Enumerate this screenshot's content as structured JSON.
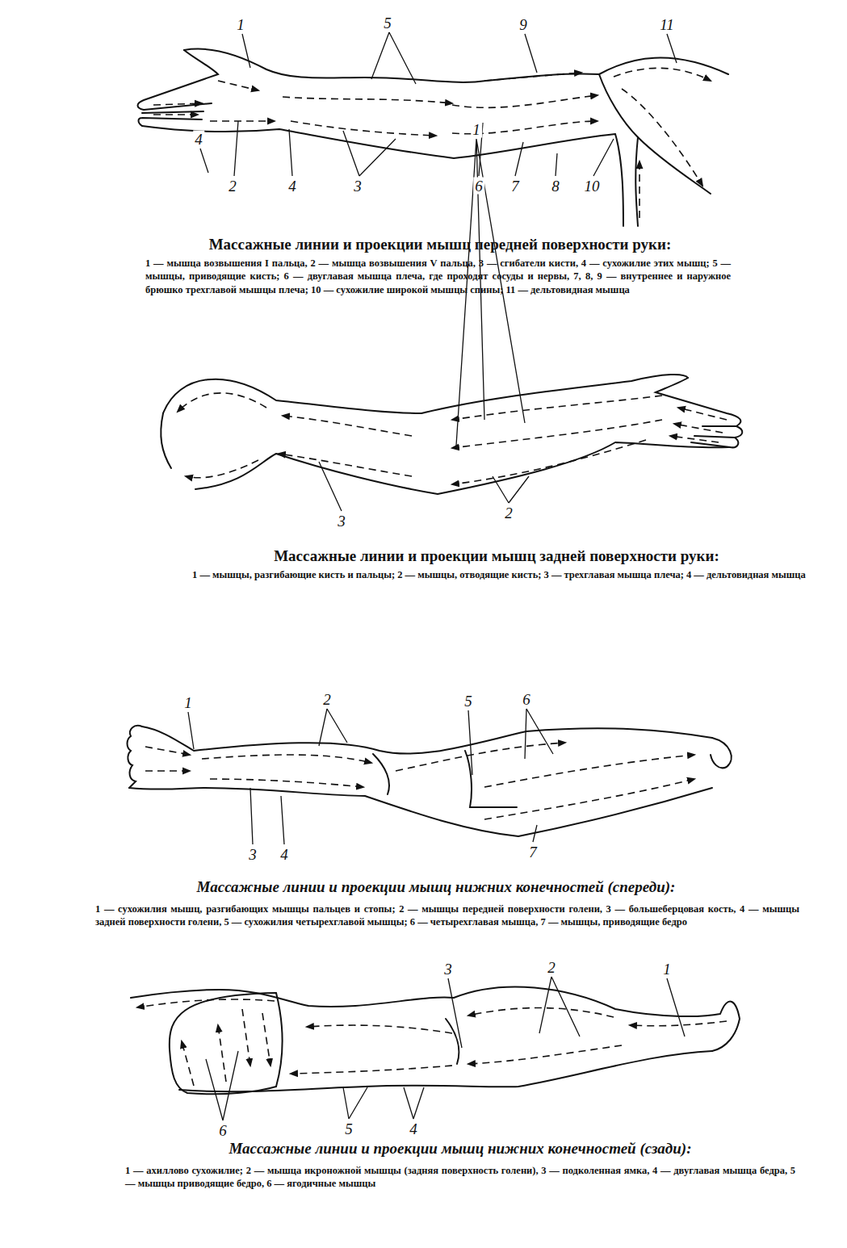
{
  "diagram": {
    "labels": [
      "1",
      "5",
      "9",
      "11",
      "2",
      "4",
      "3",
      "6",
      "7",
      "8",
      "10",
      "Массажные линии и проекции мышц передней поверхности руки:",
      "1 — мышца возвышения I пальца, 2 — мышца возвышения V пальца, 3 — сгибатели кисти, 4 — сухожилие этих мышц; 5 — мышцы, приводящие кисть; 6 — двуглавая мышца плеча, где проходят сосуды и нервы, 7, 8, 9 — внутреннее и наружное брюшко трехглавой мышцы плеча; 10 — сухожилие широкой мышцы спины; 11 — дельтовидная мышца",
      "4",
      "1",
      "3",
      "2",
      "Массажные линии и проекции мышц задней поверхности руки:",
      "1 — мышцы, разгибающие кисть и пальцы; 2 — мышцы, отводящие кисть; 3 — трехглавая мышца плеча; 4 — дельтовидная мышца",
      "1",
      "2",
      "5",
      "6",
      "3",
      "4",
      "7",
      "Массажные линии и проекции мышц нижних конечностей (спереди):",
      "1 — сухожилия мышц, разгибающих мышцы пальцев и стопы; 2 — мышцы передней поверхности голени, 3 — большеберцовая кость, 4 — мышцы задней поверхности голени, 5 — сухожилия четырехглавой мышцы; 6 — четырехглавая мышца, 7 — мышцы, приводящие бедро",
      "3",
      "2",
      "1",
      "6",
      "5",
      "4",
      "Массажные линии и проекции мышц нижних конечностей (сзади):",
      "1 — ахиллово сухожилие; 2 — мышца икроножной мышцы (задняя поверхность голени), 3 — подколенная ямка, 4 — двуглавая мышца бедра, 5 — мышцы приводящие бедро, 6 — ягодичные мышцы"
    ]
  }
}
